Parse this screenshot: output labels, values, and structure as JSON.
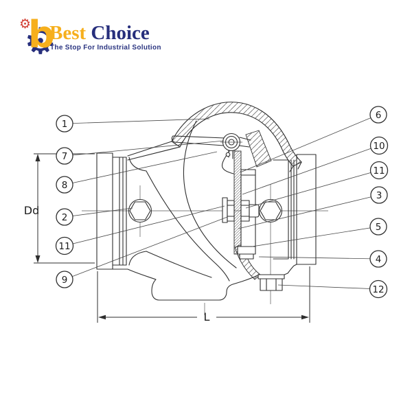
{
  "logo": {
    "brand_first": "Best",
    "brand_second": "Choice",
    "tagline": "The Stop For Industrial Solution",
    "icon_letter": "b",
    "gear_glyph": "⚙",
    "colors": {
      "gold": "#F6AF1D",
      "navy": "#272F7C",
      "red": "#D23E33"
    }
  },
  "diagram": {
    "type": "technical-drawing",
    "subject": "swing check valve cross-section",
    "line_color": "#2E2E2E",
    "dimensions": {
      "diameter_label": "Dd",
      "length_label": "L"
    },
    "callouts_left": [
      "1",
      "7",
      "8",
      "2",
      "11",
      "9"
    ],
    "callouts_right": [
      "6",
      "10",
      "11",
      "3",
      "5",
      "4",
      "12"
    ]
  }
}
